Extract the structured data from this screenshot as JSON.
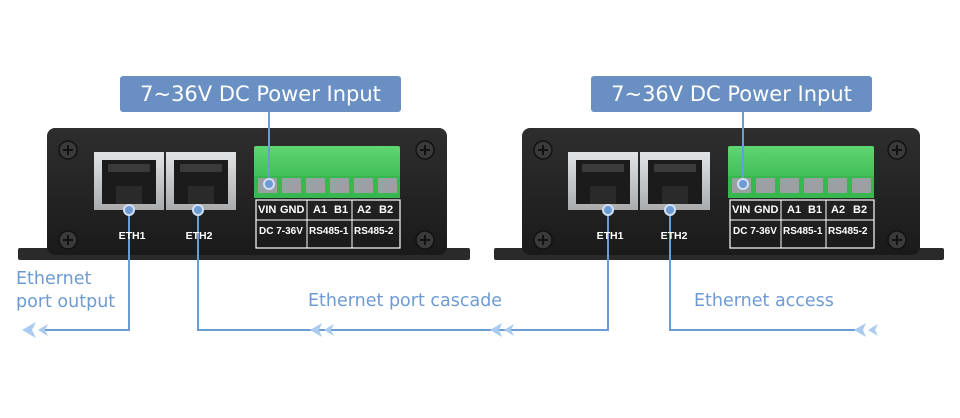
{
  "callouts": {
    "left_power": "7~36V DC Power Input",
    "right_power": "7~36V DC Power Input"
  },
  "labels": {
    "ethernet_port_output_line1": "Ethernet",
    "ethernet_port_output_line2": "port output",
    "ethernet_port_cascade": "Ethernet port cascade",
    "ethernet_access": "Ethernet access"
  },
  "devices": [
    {
      "ports": [
        "ETH1",
        "ETH2"
      ],
      "terminals_top": [
        "VIN",
        "GND",
        "A1",
        "B1",
        "A2",
        "B2"
      ],
      "terminals_bottom": [
        "DC 7-36V",
        "RS485-1",
        "RS485-2"
      ]
    },
    {
      "ports": [
        "ETH1",
        "ETH2"
      ],
      "terminals_top": [
        "VIN",
        "GND",
        "A1",
        "B1",
        "A2",
        "B2"
      ],
      "terminals_bottom": [
        "DC 7-36V",
        "RS485-1",
        "RS485-2"
      ]
    }
  ],
  "colors": {
    "callout_bg": "#6a8fc2",
    "line": "#6d9bd3",
    "arrow": "#a9cbef",
    "device_body": "#222222",
    "terminal_green": "#3fc55a",
    "port_metal": "#c9cbcc"
  }
}
